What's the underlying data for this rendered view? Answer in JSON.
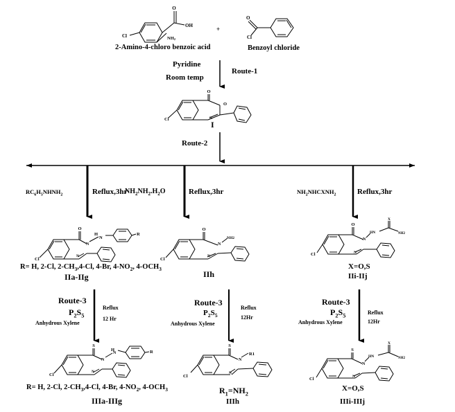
{
  "title": "Synthetic scheme of 7-chloro-2-phenylquinazolin-4(3H)-one/thione derivatives",
  "reactants": [
    {
      "name": "2-Amino-4-chloro benzoic acid",
      "atoms": {
        "cl": "Cl",
        "oh": "OH",
        "nh2": "NH",
        "nh2_sub": "2",
        "o": "O"
      }
    },
    {
      "name": "Benzoyl chloride",
      "atoms": {
        "cl": "Cl",
        "o": "O"
      }
    }
  ],
  "plus": "+",
  "step1": {
    "conditions": [
      "Pyridine",
      "Room temp"
    ],
    "route": "Route-1"
  },
  "intermediate": {
    "id": "I",
    "atoms": {
      "o_ring": "O",
      "o_carbonyl": "O",
      "n": "N",
      "cl": "Cl"
    }
  },
  "step2": {
    "route": "Route-2"
  },
  "branches": [
    {
      "reagent": "RC6H5NHNH2",
      "conditions": "Reflux,3hr",
      "product": {
        "id": "IIa-IIg",
        "substituents": "R= H, 2-Cl, 2-CH3,4-Cl, 4-Br, 4-NO2, 4-OCH3",
        "atoms": {
          "o": "O",
          "n3": "N",
          "n1": "N",
          "h": "H",
          "nh": "N",
          "r": "R",
          "cl": "Cl"
        }
      },
      "step3": {
        "route": "Route-3",
        "reagent": "P2S5",
        "solvent": "Anhydrous Xylene",
        "conditions": [
          "Reflux",
          "12 Hr"
        ]
      },
      "final": {
        "id": "IIIa-IIIg",
        "substituents": "R= H, 2-Cl, 2-CH3,4-Cl, 4-Br, 4-NO2, 4-OCH3",
        "atoms": {
          "s": "S",
          "n3": "N",
          "n1": "N",
          "h": "H",
          "nh": "N",
          "r": "R",
          "cl": "Cl"
        }
      }
    },
    {
      "reagent": "NH2NH2.H2O",
      "conditions": "Reflux,3hr",
      "product": {
        "id": "IIh",
        "atoms": {
          "o": "O",
          "n3": "N",
          "n1": "N",
          "nh2": "NH2",
          "cl": "Cl"
        }
      },
      "step3": {
        "route": "Route-3",
        "reagent": "P2S5",
        "solvent": "Anhydrous Xylene",
        "conditions": [
          "Reflux",
          "12Hr"
        ]
      },
      "final": {
        "id": "IIIh",
        "substituents": "R1=NH2",
        "atoms": {
          "s": "S",
          "n3": "N",
          "n1": "N",
          "r1": "R1",
          "cl": "Cl"
        }
      }
    },
    {
      "reagent": "NH2NHCXNH2",
      "conditions": "Reflux,3hr",
      "product": {
        "id": "IIi-IIj",
        "substituents": "X=O,S",
        "atoms": {
          "o": "O",
          "n3": "N",
          "n1": "N",
          "hn": "HN",
          "x": "X",
          "nh2": "NH2",
          "cl": "Cl"
        }
      },
      "step3": {
        "route": "Route-3",
        "reagent": "P2S5",
        "solvent": "Anhydrous Xylene",
        "conditions": [
          "Reflux",
          "12Hr"
        ]
      },
      "final": {
        "id": "IIIi-IIIj",
        "substituents": "X=O,S",
        "atoms": {
          "s": "S",
          "n3": "N",
          "n1": "N",
          "hn": "HN",
          "x": "X",
          "nh2": "NH2",
          "cl": "Cl"
        }
      }
    }
  ]
}
